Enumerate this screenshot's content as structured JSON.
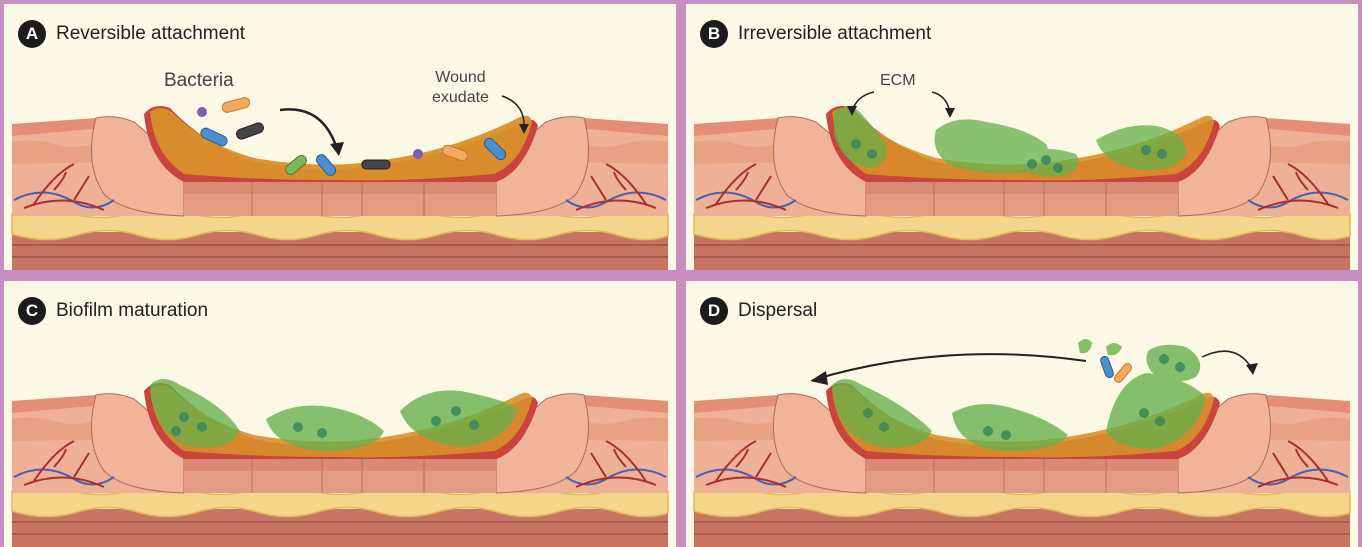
{
  "panels": [
    {
      "letter": "A",
      "title": "Reversible attachment"
    },
    {
      "letter": "B",
      "title": "Irreversible attachment"
    },
    {
      "letter": "C",
      "title": "Biofilm maturation"
    },
    {
      "letter": "D",
      "title": "Dispersal"
    }
  ],
  "labels": {
    "bacteria": "Bacteria",
    "wound_line1": "Wound",
    "wound_line2": "exudate",
    "ecm": "ECM"
  },
  "colors": {
    "border": "#c98fc0",
    "panel_bg": "#fbf8e6",
    "skin": "#e8a07f",
    "dermis": "#eaa68a",
    "fat": "#f4d68a",
    "muscle": "#c66e5e",
    "exudate": "#d9902a",
    "wound_bed": "#c8443c",
    "biofilm": "#66b04a",
    "vessel_red": "#a8302c",
    "vessel_blue": "#4a5fb4"
  }
}
